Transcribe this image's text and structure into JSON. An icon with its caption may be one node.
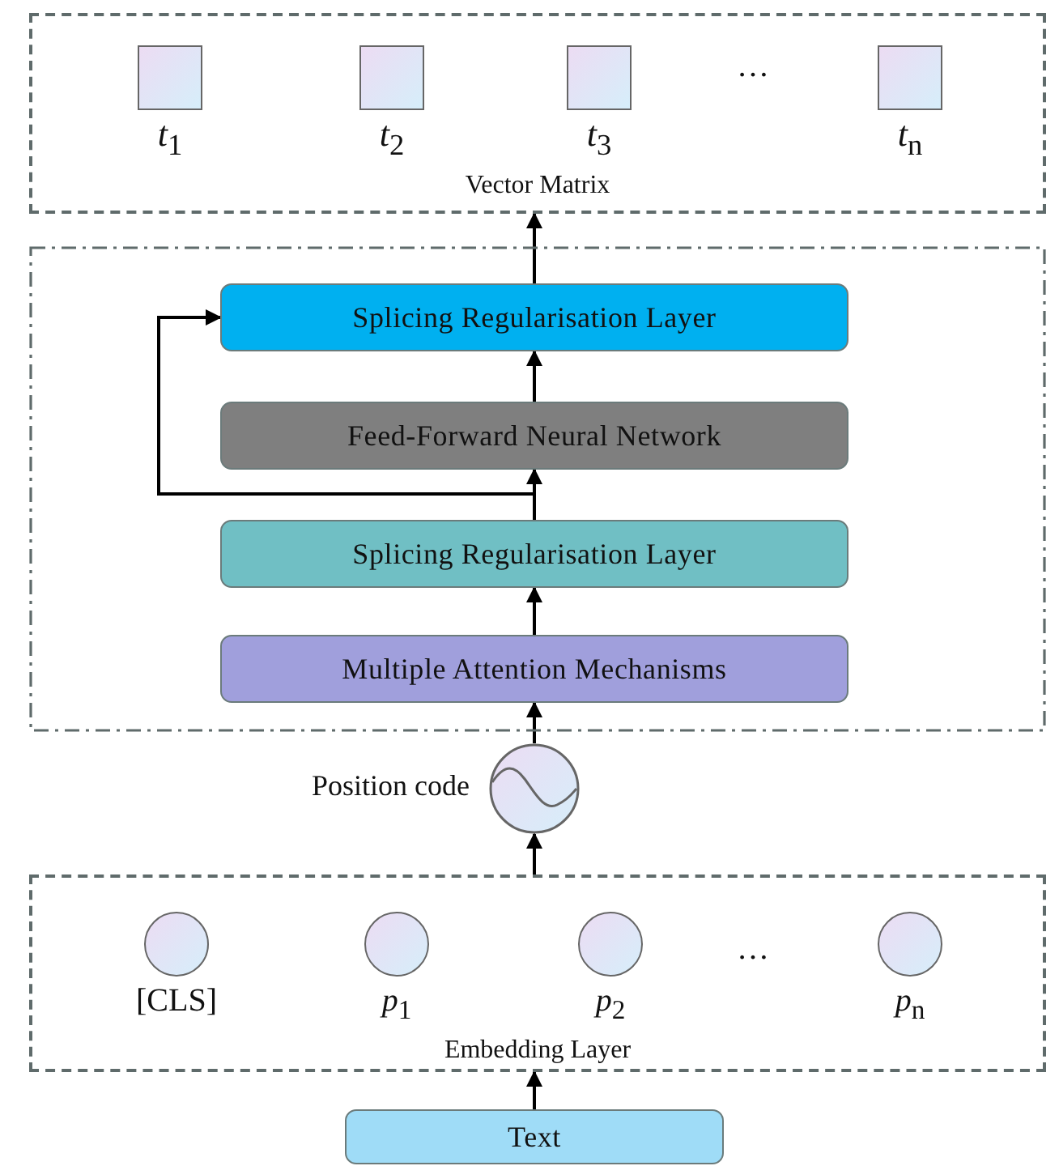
{
  "diagram": {
    "nodes": [
      {
        "text": [
          "Vector Matrix"
        ]
      },
      {
        "text": [
          "*t*$_{1}$"
        ],
        "in": 0
      },
      {
        "text": [
          "*t*$_{2}$"
        ],
        "in": 0
      },
      {
        "text": [
          "*t*$_{3}$"
        ],
        "in": 0
      },
      {
        "text": [
          "*t*$_{n}$"
        ],
        "in": 0
      },
      {
        "text": [],
        "shape": "box"
      },
      {
        "text": [
          "Splicing Regularisation Layer"
        ],
        "in": 5
      },
      {
        "text": [
          "Feed-Forward Neural Network"
        ],
        "in": 5
      },
      {
        "text": [
          "Splicing Regularisation Layer"
        ],
        "in": 5
      },
      {
        "text": [
          "Multiple Attention Mechanisms"
        ],
        "in": 5
      },
      {
        "text": [],
        "shape": "circle",
        "beside": [
          "Position code"
        ]
      },
      {
        "text": [
          "Embedding Layer"
        ]
      },
      {
        "text": [
          "[CLS]"
        ],
        "in": 11
      },
      {
        "text": [
          "*p*$_{1}$"
        ],
        "in": 11
      },
      {
        "text": [
          "*p*$_{2}$"
        ],
        "in": 11
      },
      {
        "text": [
          "*p*$_{n}$"
        ],
        "in": 11
      },
      {
        "text": [
          "Text"
        ]
      }
    ],
    "edges": [
      {
        "from": 16,
        "to": 11,
        "arrow": "to"
      },
      {
        "from": 11,
        "to": 10,
        "arrow": "to"
      },
      {
        "from": 10,
        "to": 9,
        "arrow": "to"
      },
      {
        "from": 9,
        "to": 8,
        "arrow": "to"
      },
      {
        "from": 8,
        "to": 7,
        "arrow": "to"
      },
      {
        "from": 8,
        "to": 6,
        "arrow": "to"
      },
      {
        "from": 7,
        "to": 6,
        "arrow": "to"
      },
      {
        "from": 6,
        "to": 0,
        "arrow": "to"
      }
    ],
    "labels": [
      "…",
      "…"
    ]
  }
}
